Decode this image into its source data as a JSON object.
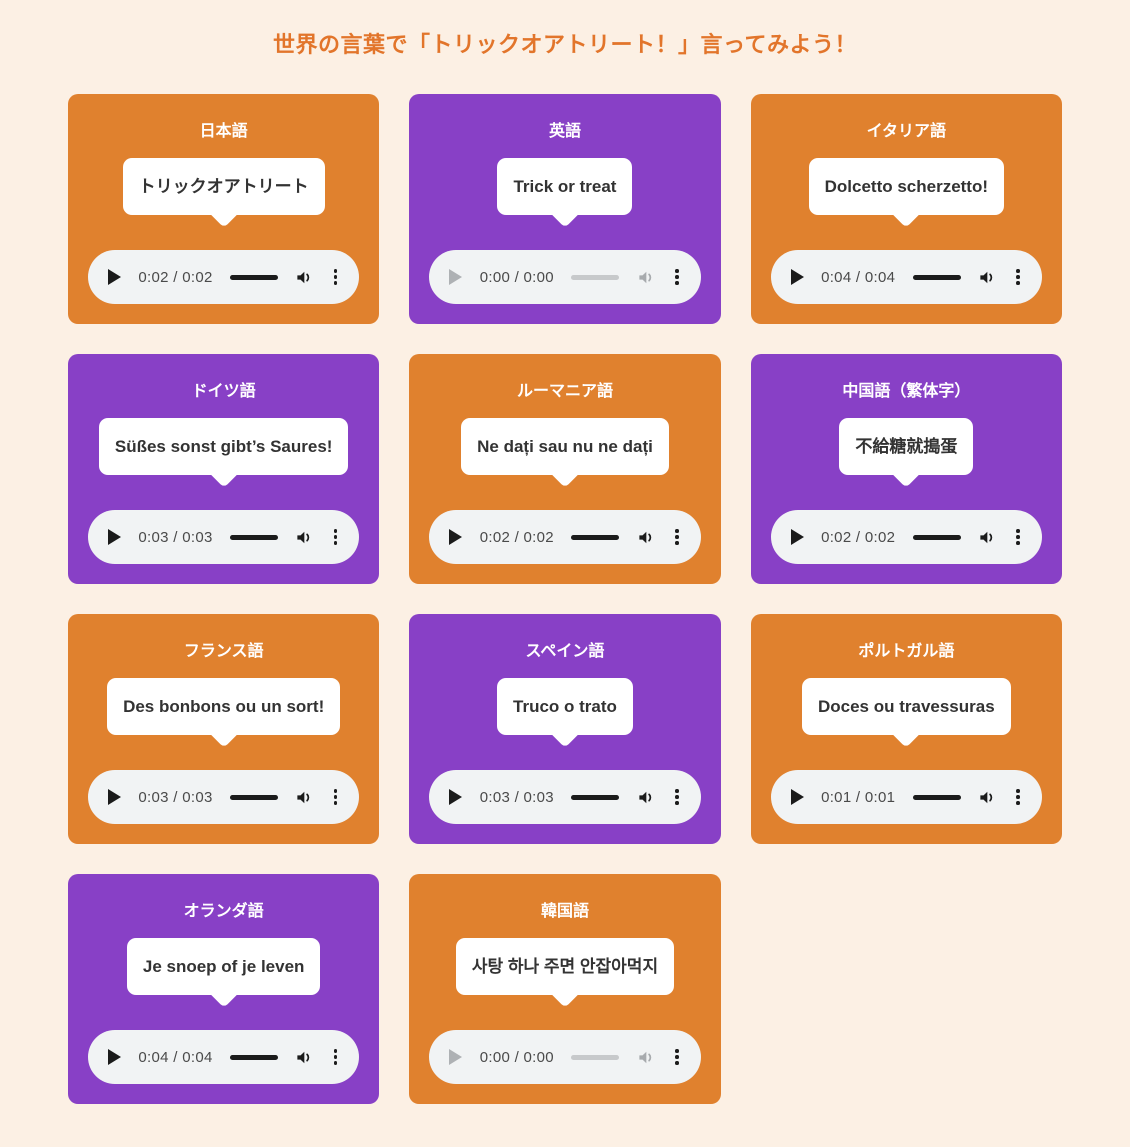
{
  "page": {
    "title": "世界の言葉で「トリックオアトリート！」言ってみよう！"
  },
  "colors": {
    "background": "#FCF0E4",
    "title": "#E2752B",
    "orange_card": "#E0812E",
    "purple_card": "#8840C6",
    "bubble_bg": "#FFFFFF",
    "bubble_text": "#333333",
    "player_bg": "#F1F3F4",
    "player_icon": "#1B1B1B",
    "player_icon_disabled": "#AEB1B4",
    "time_text": "#4A4A4A"
  },
  "icons": {
    "play": "play-triangle-icon",
    "volume": "speaker-volume-icon",
    "menu": "vertical-ellipsis-icon"
  },
  "cards": [
    {
      "language": "日本語",
      "phrase": "トリックオアトリート",
      "theme": "orange",
      "audio": {
        "time": "0:02 / 0:02",
        "enabled": true
      }
    },
    {
      "language": "英語",
      "phrase": "Trick or treat",
      "theme": "purple",
      "audio": {
        "time": "0:00 / 0:00",
        "enabled": false
      }
    },
    {
      "language": "イタリア語",
      "phrase": "Dolcetto scherzetto!",
      "theme": "orange",
      "audio": {
        "time": "0:04 / 0:04",
        "enabled": true
      }
    },
    {
      "language": "ドイツ語",
      "phrase": "Süßes sonst gibt’s Saures!",
      "theme": "purple",
      "audio": {
        "time": "0:03 / 0:03",
        "enabled": true
      }
    },
    {
      "language": "ルーマニア語",
      "phrase": "Ne dați sau nu ne dați",
      "theme": "orange",
      "audio": {
        "time": "0:02 / 0:02",
        "enabled": true
      }
    },
    {
      "language": "中国語（繁体字）",
      "phrase": "不給糖就搗蛋",
      "theme": "purple",
      "audio": {
        "time": "0:02 / 0:02",
        "enabled": true
      }
    },
    {
      "language": "フランス語",
      "phrase": "Des bonbons ou un sort!",
      "theme": "orange",
      "audio": {
        "time": "0:03 / 0:03",
        "enabled": true
      }
    },
    {
      "language": "スペイン語",
      "phrase": "Truco o trato",
      "theme": "purple",
      "audio": {
        "time": "0:03 / 0:03",
        "enabled": true
      }
    },
    {
      "language": "ポルトガル語",
      "phrase": "Doces ou travessuras",
      "theme": "orange",
      "audio": {
        "time": "0:01 / 0:01",
        "enabled": true
      }
    },
    {
      "language": "オランダ語",
      "phrase": "Je snoep of je leven",
      "theme": "purple",
      "audio": {
        "time": "0:04 / 0:04",
        "enabled": true
      }
    },
    {
      "language": "韓国語",
      "phrase": "사탕 하나 주면 안잡아먹지",
      "theme": "orange",
      "audio": {
        "time": "0:00 / 0:00",
        "enabled": false
      }
    }
  ]
}
